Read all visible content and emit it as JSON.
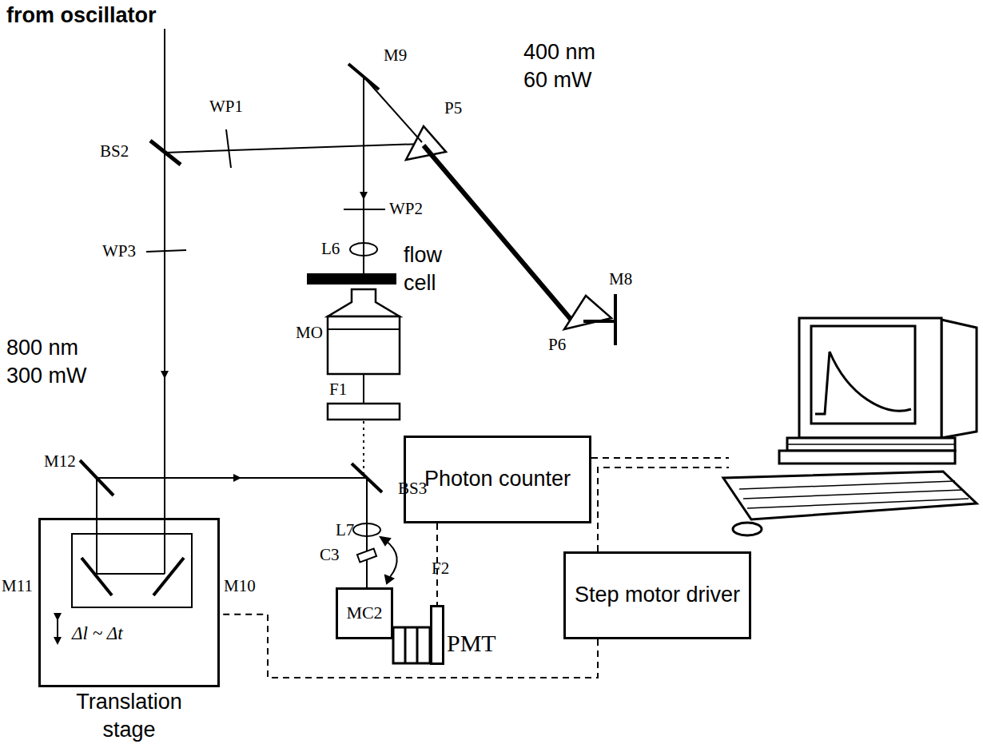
{
  "diagram": {
    "nodes": [
      {
        "text": [
          "Translation stage"
        ]
      },
      {
        "text": [
          "MC2"
        ]
      },
      {
        "text": [
          "PMT"
        ]
      },
      {
        "text": [
          "Photon counter"
        ]
      },
      {
        "text": [
          "Step motor driver"
        ]
      }
    ],
    "edges": [
      {
        "from": 3,
        "to": 2,
        "arrow": "none"
      },
      {
        "from": 4,
        "to": 0,
        "arrow": "none"
      }
    ],
    "labels": [
      "from oscillator",
      "M9",
      "P5",
      "BS2",
      "WP1",
      "400 nm 60 mW",
      "WP2",
      "WP3",
      "L6",
      "flow cell",
      "M8",
      "P6",
      "MO",
      "800 nm 300 mW",
      "F1",
      "M12",
      "BS3",
      "L7",
      "C3",
      "M11",
      "M10",
      "F2",
      "Δl ~ Δt"
    ]
  }
}
